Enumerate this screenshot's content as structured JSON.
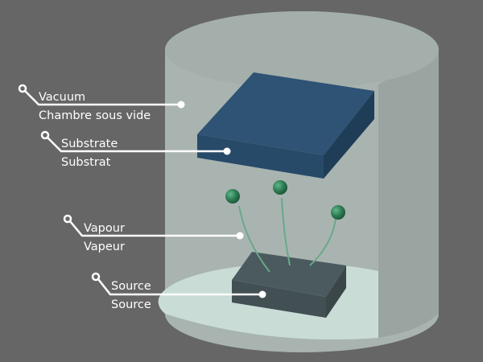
{
  "labels": [
    {
      "key": "vacuum",
      "en": "Vacuum",
      "fr": "Chambre sous vide"
    },
    {
      "key": "substrate",
      "en": "Substrate",
      "fr": "Substrat"
    },
    {
      "key": "vapour",
      "en": "Vapour",
      "fr": "Vapeur"
    },
    {
      "key": "source",
      "en": "Source",
      "fr": "Source"
    }
  ],
  "colors": {
    "background": "#666666",
    "chamber_wall": "#a9b4b0",
    "chamber_floor": "#c9dcd6",
    "substrate_top": "#2e5374",
    "substrate_front": "#284a69",
    "substrate_side": "#1f3d57",
    "source_top": "#4a5a5e",
    "source_front": "#424f53",
    "vapour_particle": "#2f7d55",
    "vapour_trail": "#6aa88a",
    "leader_line": "#ffffff"
  }
}
